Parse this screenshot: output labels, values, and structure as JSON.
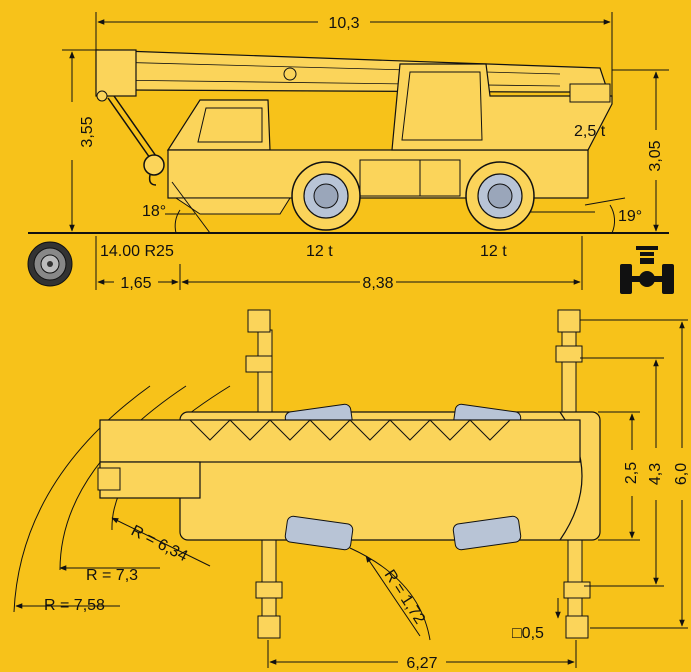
{
  "side_view": {
    "overall_length": "10,3",
    "height_boom": "3,55",
    "height_cab": "3,05",
    "counterweight": "2,5 t",
    "approach_angle": "18°",
    "departure_angle": "19°",
    "tire_size": "14.00 R25",
    "axle_load_front": "12 t",
    "axle_load_rear": "12 t",
    "front_overhang": "1,65",
    "wheelbase_total": "8,38"
  },
  "top_view": {
    "width_25": "2,5",
    "width_43": "4,3",
    "width_60": "6,0",
    "radius_634": "R = 6,34",
    "radius_73": "R = 7,3",
    "radius_758": "R = 7,58",
    "radius_172": "R = 1,72",
    "pad_size": "□0,5",
    "outrigger_span": "6,27"
  },
  "colors": {
    "background": "#f7c21a",
    "crane_body": "#fbd45a",
    "line": "#111111",
    "wheel_highlight": "#b8c4d6"
  }
}
